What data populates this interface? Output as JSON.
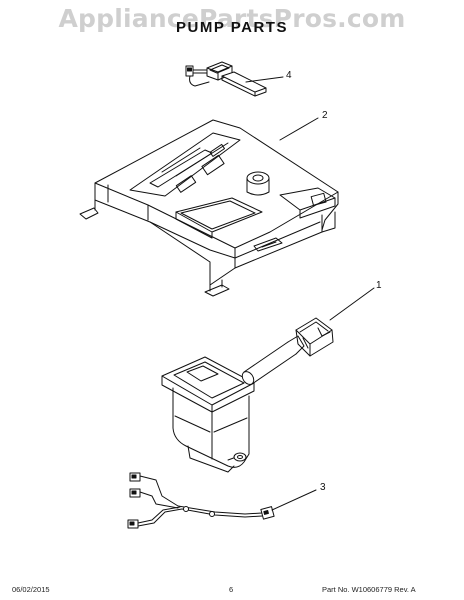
{
  "watermark": "AppliancePartsPros.com",
  "title": "PUMP PARTS",
  "callouts": {
    "part_4": "4",
    "part_2": "2",
    "part_1": "1",
    "part_3": "3"
  },
  "footer": {
    "date": "06/02/2015",
    "page": "6",
    "part_rev": "Part No. W10606779  Rev. A"
  }
}
